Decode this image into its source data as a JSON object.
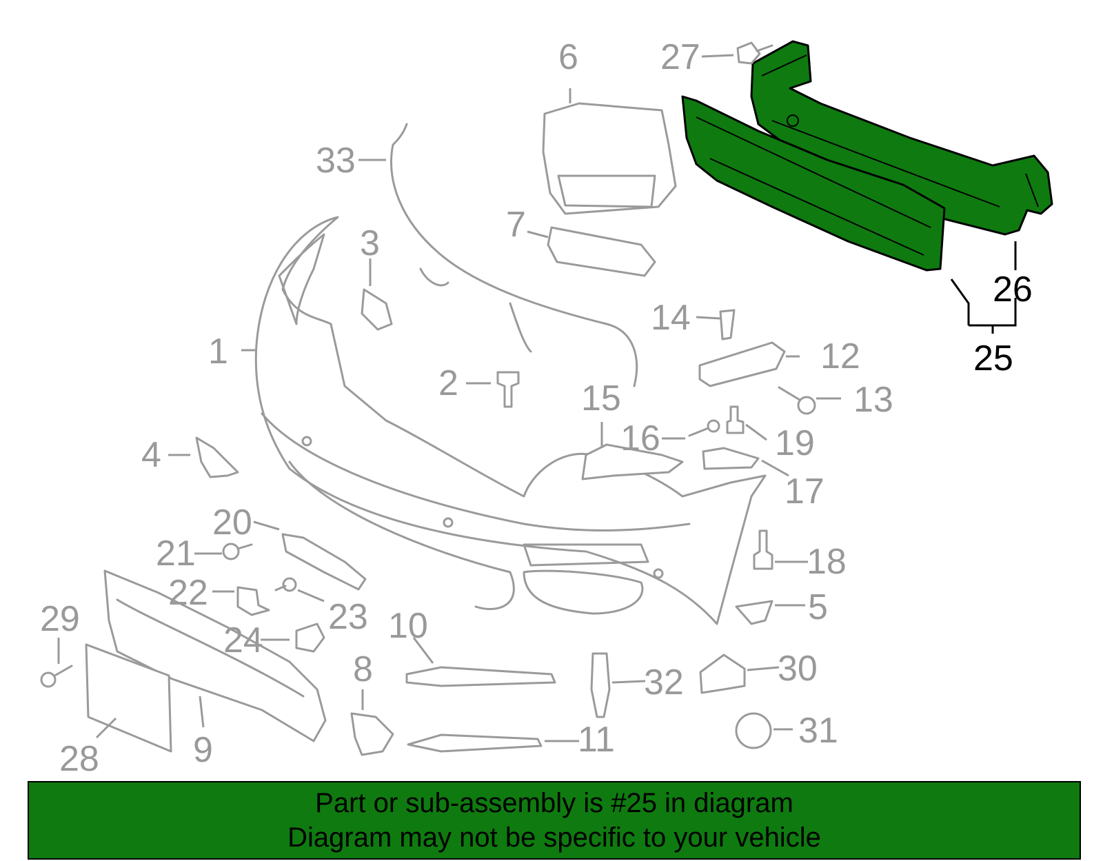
{
  "colors": {
    "highlight_fill": "#0f7a10",
    "part_line": "#9a9a9a",
    "callout_gray": "#999999",
    "callout_highlight": "#000000",
    "banner_fill": "#0f7a10"
  },
  "callouts": [
    {
      "id": "1",
      "label": "1"
    },
    {
      "id": "2",
      "label": "2"
    },
    {
      "id": "3",
      "label": "3"
    },
    {
      "id": "4",
      "label": "4"
    },
    {
      "id": "5",
      "label": "5"
    },
    {
      "id": "6",
      "label": "6"
    },
    {
      "id": "7",
      "label": "7"
    },
    {
      "id": "8",
      "label": "8"
    },
    {
      "id": "9",
      "label": "9"
    },
    {
      "id": "10",
      "label": "10"
    },
    {
      "id": "11",
      "label": "11"
    },
    {
      "id": "12",
      "label": "12"
    },
    {
      "id": "13",
      "label": "13"
    },
    {
      "id": "14",
      "label": "14"
    },
    {
      "id": "15",
      "label": "15"
    },
    {
      "id": "16",
      "label": "16"
    },
    {
      "id": "17",
      "label": "17"
    },
    {
      "id": "18",
      "label": "18"
    },
    {
      "id": "19",
      "label": "19"
    },
    {
      "id": "20",
      "label": "20"
    },
    {
      "id": "21",
      "label": "21"
    },
    {
      "id": "22",
      "label": "22"
    },
    {
      "id": "23",
      "label": "23"
    },
    {
      "id": "24",
      "label": "24"
    },
    {
      "id": "25",
      "label": "25",
      "highlighted": true
    },
    {
      "id": "26",
      "label": "26",
      "highlighted": true
    },
    {
      "id": "27",
      "label": "27"
    },
    {
      "id": "28",
      "label": "28"
    },
    {
      "id": "29",
      "label": "29"
    },
    {
      "id": "30",
      "label": "30"
    },
    {
      "id": "31",
      "label": "31"
    },
    {
      "id": "32",
      "label": "32"
    },
    {
      "id": "33",
      "label": "33"
    }
  ],
  "banner": {
    "line1": "Part or sub-assembly is #25 in diagram",
    "line2": "Diagram may not be specific to your vehicle"
  }
}
